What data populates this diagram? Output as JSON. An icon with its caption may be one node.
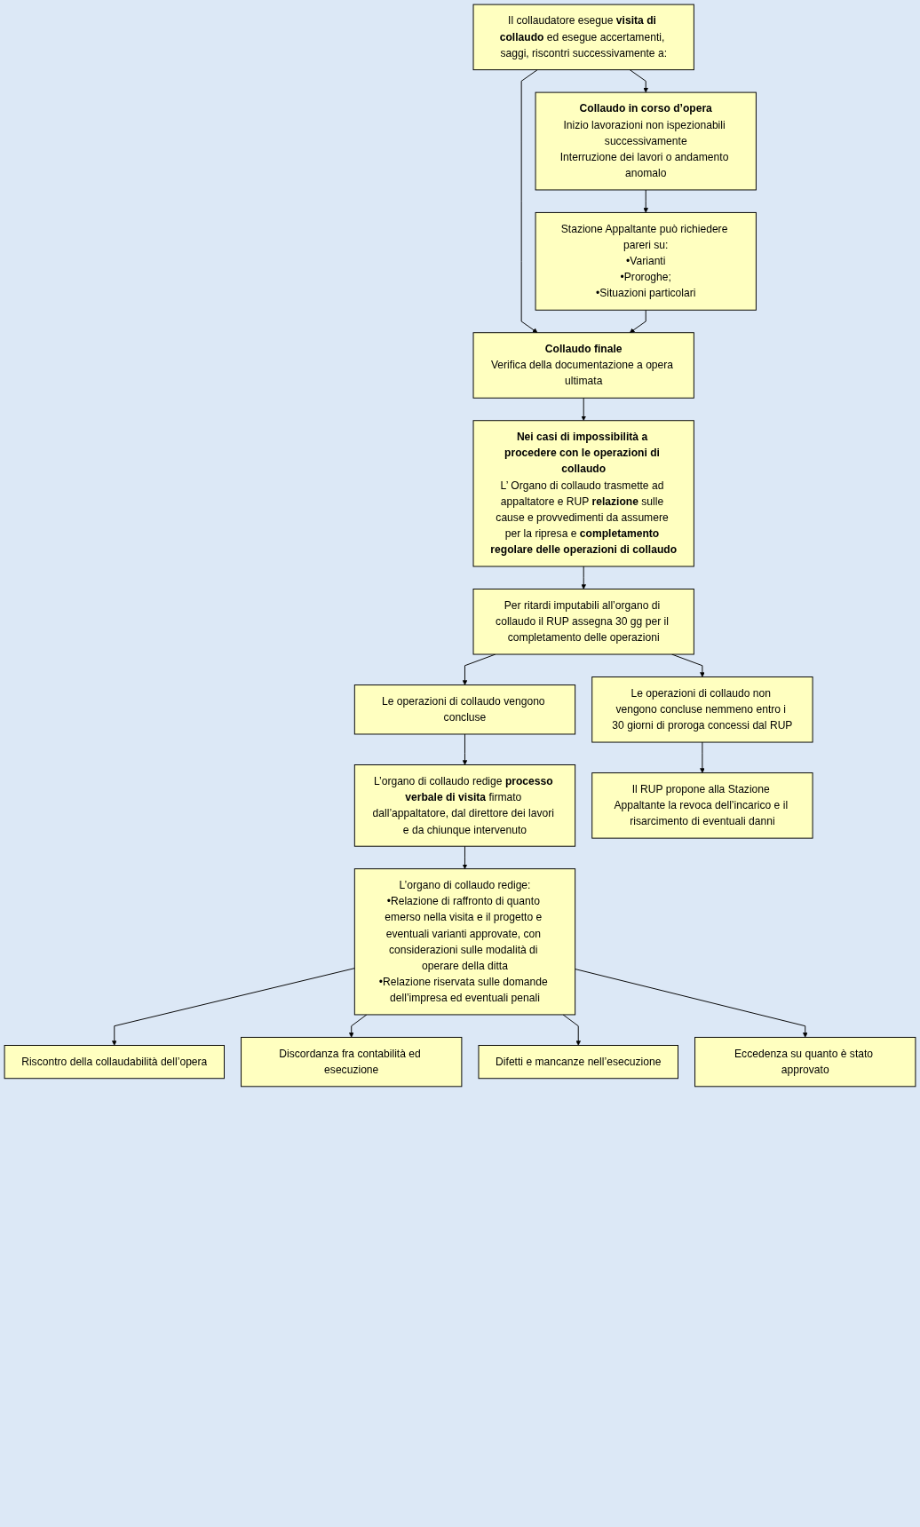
{
  "diagram": {
    "nodes": [
      {
        "text": [
          "Il collaudatore esegue **visita di collaudo** ed esegue accertamenti, saggi, riscontri successivamente a:"
        ]
      },
      {
        "text": [
          "Collaudo finale",
          "Verifica della documentazione a opera ultimata"
        ]
      },
      {
        "text": [
          "Collaudo in corso d’opera",
          "Inizio lavorazioni non ispezionabili successivamente",
          "Interruzione dei lavori o andamento anomalo"
        ]
      },
      {
        "text": [
          "Stazione Appaltante può richiedere pareri su:",
          "•Varianti",
          "•Proroghe;",
          "•Situazioni particolari"
        ]
      },
      {
        "text": [
          "Nei casi di impossibilità a procedere con le operazioni di collaudo",
          "L’ Organo di collaudo trasmette ad appaltatore e RUP **relazione** sulle cause e provvedimenti da assumere per la ripresa e **completamento regolare delle operazioni di collaudo**"
        ]
      },
      {
        "text": [
          "Per ritardi imputabili all’organo di collaudo il RUP assegna 30 gg per il completamento delle operazioni"
        ]
      },
      {
        "text": [
          "Le operazioni di collaudo vengono concluse"
        ]
      },
      {
        "text": [
          "Le operazioni di collaudo non vengono concluse nemmeno entro i 30 giorni di proroga concessi dal RUP"
        ]
      },
      {
        "text": [
          "L’organo di collaudo redige **processo verbale di visita** firmato dall’appaltatore, dal direttore dei lavori e da chiunque intervenuto"
        ]
      },
      {
        "text": [
          "Il RUP propone alla Stazione Appaltante la revoca dell’incarico e il risarcimento di eventuali danni"
        ]
      },
      {
        "text": [
          "L’organo di collaudo redige:",
          "•Relazione di raffronto di quanto emerso nella visita e il progetto e eventuali varianti approvate, con considerazioni sulle modalità di operare della ditta",
          "•Relazione riservata sulle domande dell’impresa ed eventuali penali"
        ]
      },
      {
        "text": [
          "Riscontro della collaudabilità dell’opera"
        ]
      },
      {
        "text": [
          "Discordanza fra contabilità ed esecuzione"
        ]
      },
      {
        "text": [
          "Difetti e mancanze nell’esecuzione"
        ]
      },
      {
        "text": [
          "Eccedenza su quanto è stato approvato"
        ]
      }
    ],
    "edges": [
      {
        "from": 0,
        "to": 1,
        "arrow": "to"
      },
      {
        "from": 0,
        "to": 2,
        "arrow": "to"
      },
      {
        "from": 2,
        "to": 3,
        "arrow": "to"
      },
      {
        "from": 3,
        "to": 1,
        "arrow": "to"
      },
      {
        "from": 1,
        "to": 4,
        "arrow": "to"
      },
      {
        "from": 4,
        "to": 5,
        "arrow": "to"
      },
      {
        "from": 5,
        "to": 6,
        "arrow": "to"
      },
      {
        "from": 5,
        "to": 7,
        "arrow": "to"
      },
      {
        "from": 6,
        "to": 8,
        "arrow": "to"
      },
      {
        "from": 7,
        "to": 9,
        "arrow": "to"
      },
      {
        "from": 8,
        "to": 10,
        "arrow": "to"
      },
      {
        "from": 10,
        "to": 11,
        "arrow": "to"
      },
      {
        "from": 10,
        "to": 12,
        "arrow": "to"
      },
      {
        "from": 10,
        "to": 13,
        "arrow": "to"
      },
      {
        "from": 10,
        "to": 14,
        "arrow": "to"
      }
    ]
  }
}
